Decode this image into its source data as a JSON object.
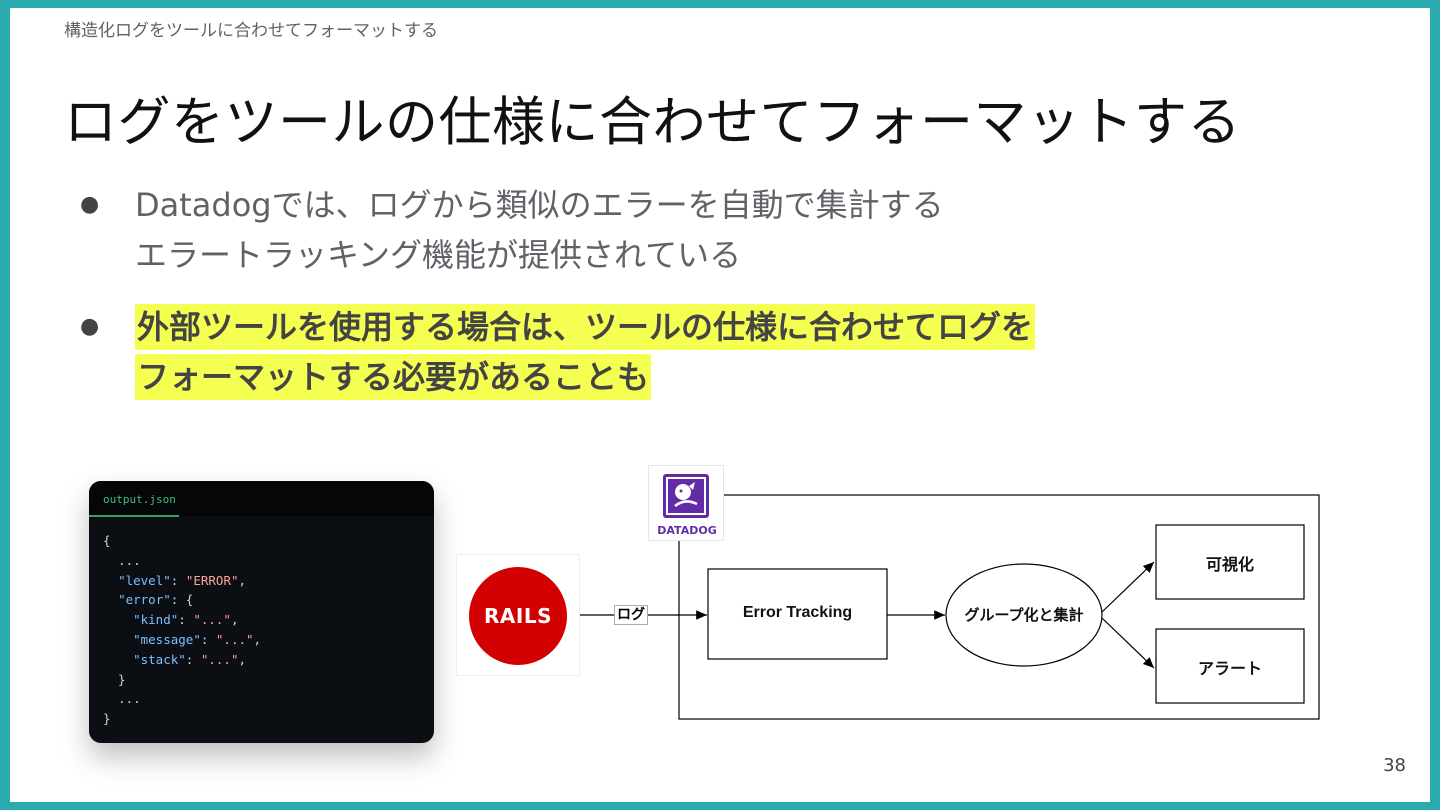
{
  "slide": {
    "breadcrumb": "構造化ログをツールに合わせてフォーマットする",
    "title": "ログをツールの仕様に合わせてフォーマットする",
    "bullets": [
      {
        "line1": "Datadogでは、ログから類似のエラーを自動で集計する",
        "line2": "エラートラッキング機能が提供されている"
      },
      {
        "line1": "外部ツールを使用する場合は、ツールの仕様に合わせてログを",
        "line2": "フォーマットする必要があることも"
      }
    ],
    "bullet_glyph": "●",
    "page_number": "38"
  },
  "code_card": {
    "tab_label": "output.json",
    "lines": {
      "l1": "{",
      "l2": "  ...",
      "l3_key": "\"level\"",
      "l3_val": "\"ERROR\"",
      "l4_key": "\"error\"",
      "l5_key": "\"kind\"",
      "l5_val": "\"...\"",
      "l6_key": "\"message\"",
      "l6_val": "\"...\"",
      "l7_key": "\"stack\"",
      "l7_val": "\"...\"",
      "l8": "  }",
      "l9": "  ...",
      "l10": "}"
    }
  },
  "diagram": {
    "rails_logo_text": "RAILS",
    "datadog_label": "DATADOG",
    "edge_log_label": "ログ",
    "node_error_tracking": "Error Tracking",
    "node_group": "グループ化と集計",
    "node_visualize": "可視化",
    "node_alert": "アラート"
  },
  "colors": {
    "frame": "#2aabb0",
    "highlight": "#f4ff52",
    "rails_red": "#d30001",
    "datadog_purple": "#632ca6"
  }
}
